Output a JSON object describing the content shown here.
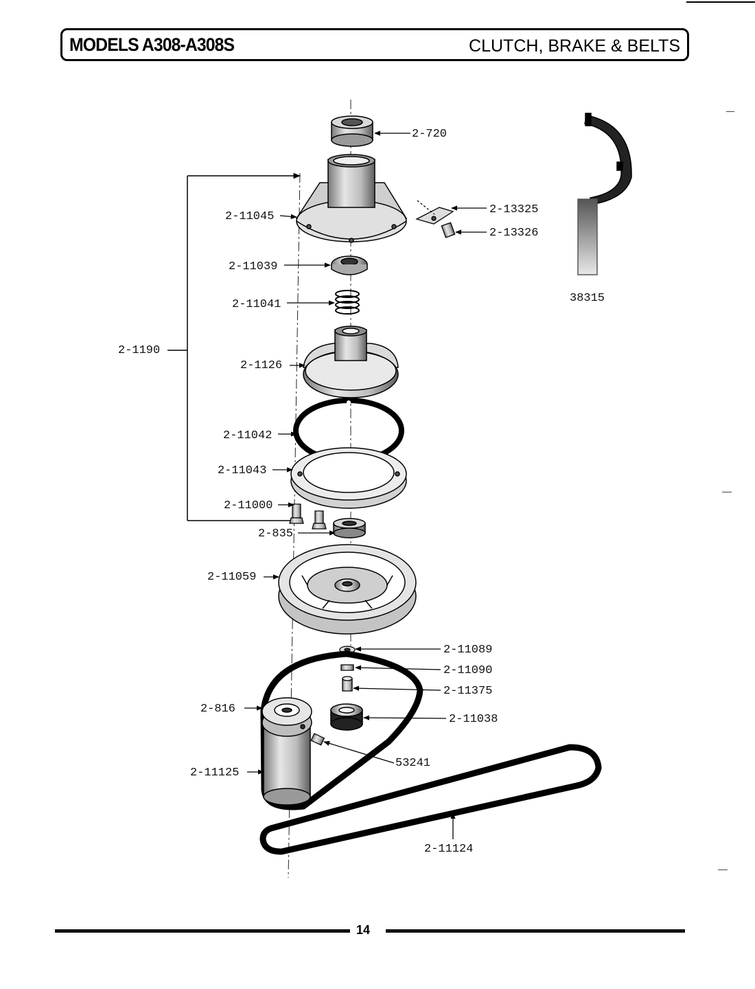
{
  "header": {
    "models": "MODELS A308-A308S",
    "section": "CLUTCH, BRAKE & BELTS"
  },
  "parts": {
    "p2_720": "2-720",
    "p2_11045": "2-11045",
    "p2_13325": "2-13325",
    "p2_13326": "2-13326",
    "p2_11039": "2-11039",
    "p2_11041": "2-11041",
    "p2_1190": "2-1190",
    "p2_1126": "2-1126",
    "p2_11042": "2-11042",
    "p2_11043": "2-11043",
    "p2_11000": "2-11000",
    "p2_835": "2-835",
    "p2_11059": "2-11059",
    "p2_11089": "2-11089",
    "p2_11090": "2-11090",
    "p2_11375": "2-11375",
    "p2_816": "2-816",
    "p2_11038": "2-11038",
    "p53241": "53241",
    "p2_11125": "2-11125",
    "p2_11124": "2-11124",
    "p38315": "38315"
  },
  "footer": {
    "page_number": "14"
  }
}
